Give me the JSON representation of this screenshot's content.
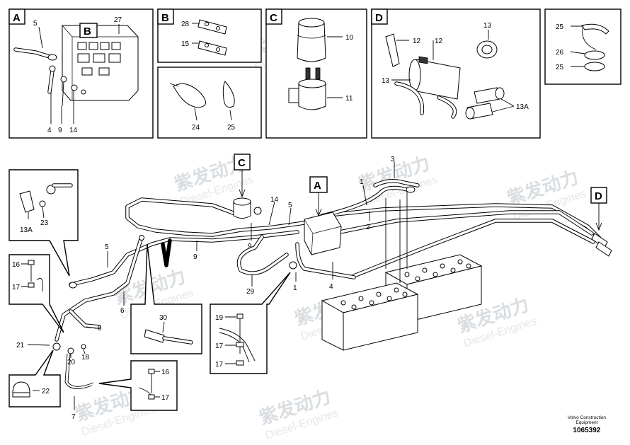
{
  "callouts": {
    "A": "A",
    "B": "B",
    "C": "C",
    "D": "D"
  },
  "labels": {
    "n1": "1",
    "n2": "2",
    "n3": "3",
    "n4": "4",
    "n5": "5",
    "n6": "6",
    "n7": "7",
    "n8": "8",
    "n9": "9",
    "n10": "10",
    "n11": "11",
    "n12": "12",
    "n13": "13",
    "n13A": "13A",
    "n14": "14",
    "n15": "15",
    "n16": "16",
    "n17": "17",
    "n18": "18",
    "n19": "19",
    "n20": "20",
    "n21": "21",
    "n22": "22",
    "n23": "23",
    "n24": "24",
    "n25": "25",
    "n26": "26",
    "n27": "27",
    "n28": "28",
    "n29": "29",
    "n30": "30"
  },
  "footer": {
    "company": "Volvo Construction",
    "equipment": "Equipment",
    "ref": "1065392"
  },
  "watermark": {
    "text_cn": "紫发动力",
    "text_en": "Diesel-Engines"
  },
  "colors": {
    "ink": "#000000",
    "paper": "#ffffff",
    "watermark": "#d4d8dc"
  }
}
